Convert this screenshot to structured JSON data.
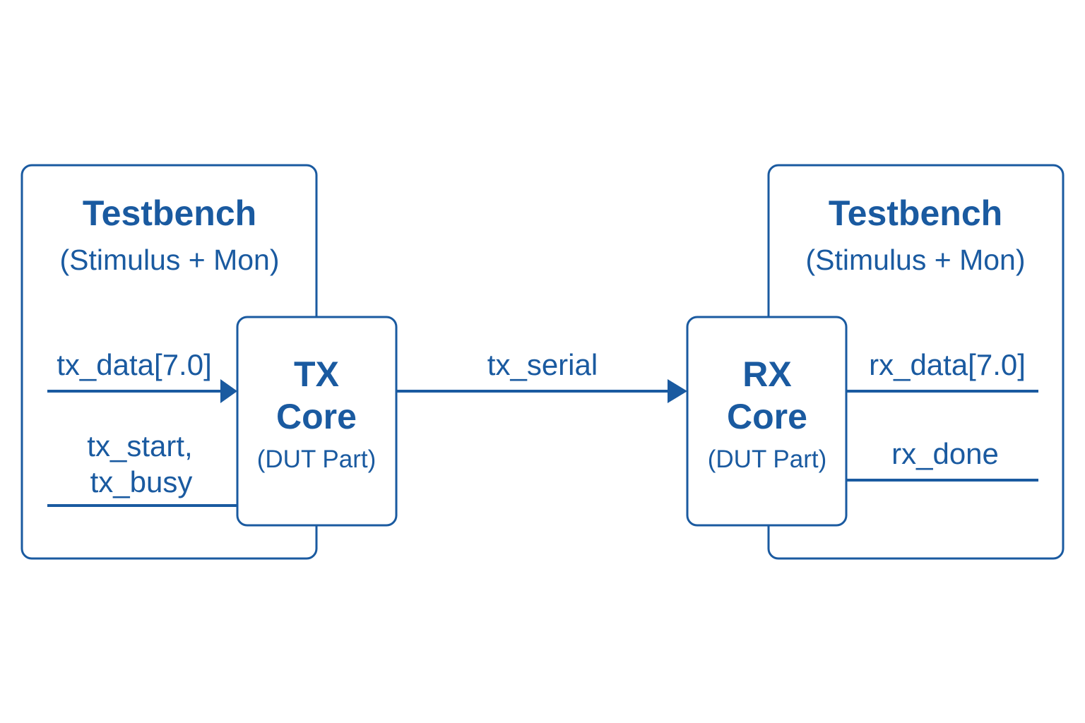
{
  "colors": {
    "stroke": "#1a5aa0",
    "text": "#1a5aa0",
    "background": "#ffffff"
  },
  "left_testbench": {
    "title": "Testbench",
    "subtitle": "(Stimulus + Mon)",
    "signals": {
      "data_in": "tx_data[7.0]",
      "control_line1": "tx_start,",
      "control_line2": "tx_busy"
    }
  },
  "tx_core": {
    "line1": "TX",
    "line2": "Core",
    "line3": "(DUT Part)"
  },
  "link": {
    "label": "tx_serial"
  },
  "rx_core": {
    "line1": "RX",
    "line2": "Core",
    "line3": "(DUT Part)"
  },
  "right_testbench": {
    "title": "Testbench",
    "subtitle": "(Stimulus + Mon)",
    "signals": {
      "data_out": "rx_data[7.0]",
      "done": "rx_done"
    }
  }
}
